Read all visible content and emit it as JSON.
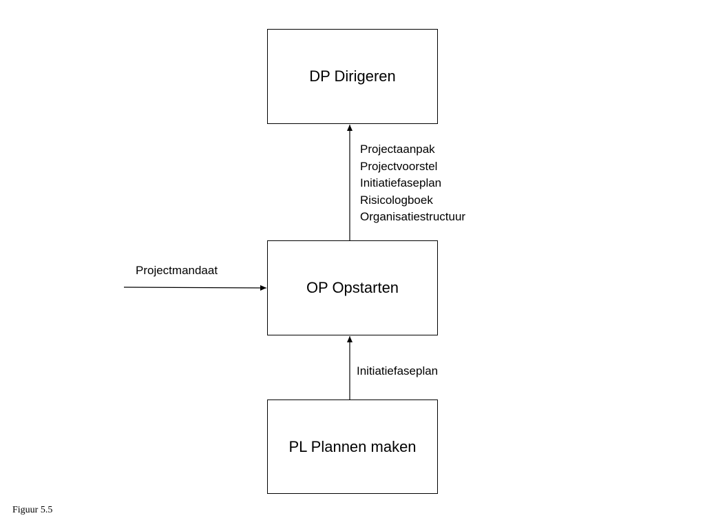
{
  "boxes": {
    "dp": "DP Dirigeren",
    "op": "OP Opstarten",
    "pl": "PL Plannen maken"
  },
  "flows": {
    "op_to_dp": [
      "Projectaanpak",
      "Projectvoorstel",
      "Initiatiefaseplan",
      "Risicologboek",
      "Organisatiestructuur"
    ],
    "input_to_op": "Projectmandaat",
    "pl_to_op": "Initiatiefaseplan"
  },
  "caption": "Figuur 5.5"
}
